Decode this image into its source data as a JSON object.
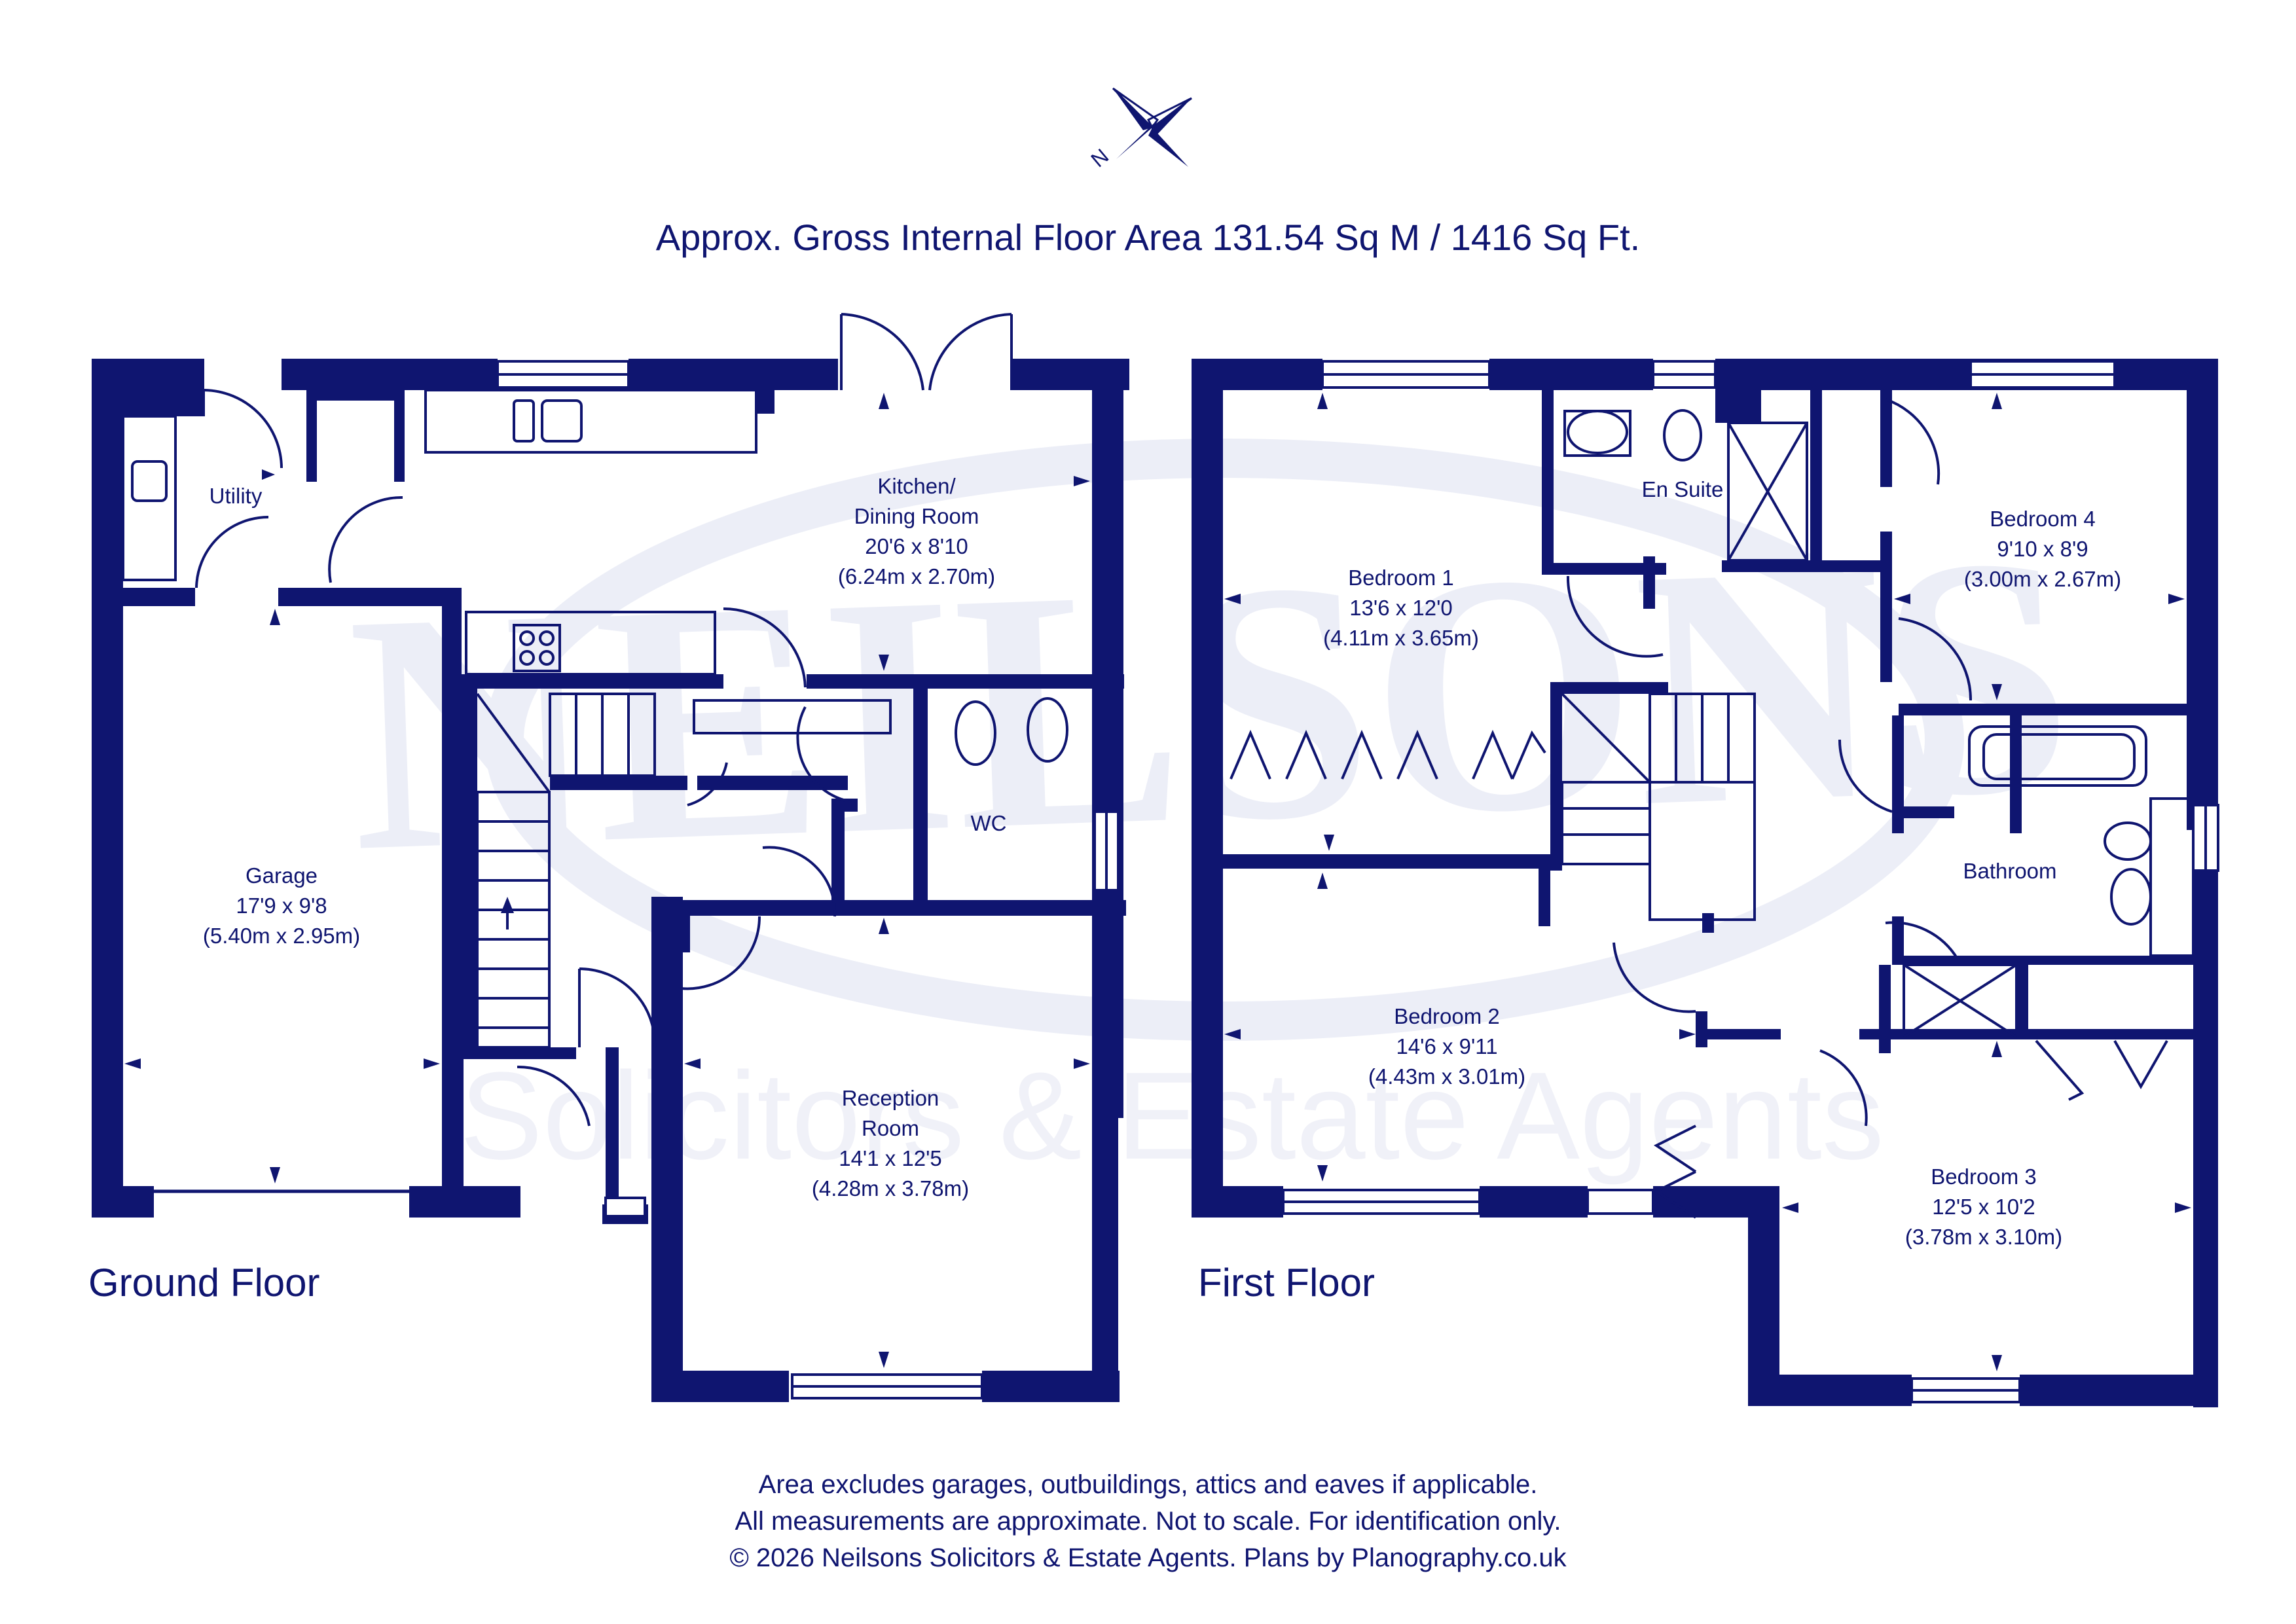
{
  "title": "Approx. Gross Internal Floor Area 131.54 Sq M / 1416 Sq Ft.",
  "floors": {
    "ground": "Ground Floor",
    "first": "First Floor"
  },
  "rooms": {
    "utility": {
      "name": "Utility"
    },
    "kitchen": {
      "name_line1": "Kitchen/",
      "name_line2": "Dining Room",
      "imperial": "20'6 x 8'10",
      "metric": "(6.24m x 2.70m)"
    },
    "wc": {
      "name": "WC"
    },
    "garage": {
      "name": "Garage",
      "imperial": "17'9 x 9'8",
      "metric": "(5.40m x 2.95m)"
    },
    "reception": {
      "name_line1": "Reception",
      "name_line2": "Room",
      "imperial": "14'1 x 12'5",
      "metric": "(4.28m x 3.78m)"
    },
    "bedroom1": {
      "name": "Bedroom 1",
      "imperial": "13'6 x 12'0",
      "metric": "(4.11m x 3.65m)"
    },
    "ensuite": {
      "name": "En Suite"
    },
    "bedroom4": {
      "name": "Bedroom 4",
      "imperial": "9'10 x 8'9",
      "metric": "(3.00m x 2.67m)"
    },
    "bathroom": {
      "name": "Bathroom"
    },
    "bedroom2": {
      "name": "Bedroom 2",
      "imperial": "14'6 x 9'11",
      "metric": "(4.43m x 3.01m)"
    },
    "bedroom3": {
      "name": "Bedroom 3",
      "imperial": "12'5 x 10'2",
      "metric": "(3.78m x 3.10m)"
    }
  },
  "compass": {
    "label": "N"
  },
  "watermark": {
    "brand": "NEILSONS",
    "tagline": "Solicitors & Estate Agents"
  },
  "footer": {
    "line1": "Area excludes garages, outbuildings, attics and eaves if applicable.",
    "line2": "All measurements are approximate. Not to scale. For identification only.",
    "line3": "© 2026 Neilsons Solicitors & Estate Agents. Plans by Planography.co.uk"
  },
  "colors": {
    "wall": "#0f1570",
    "watermark": "#e9ecf6"
  }
}
